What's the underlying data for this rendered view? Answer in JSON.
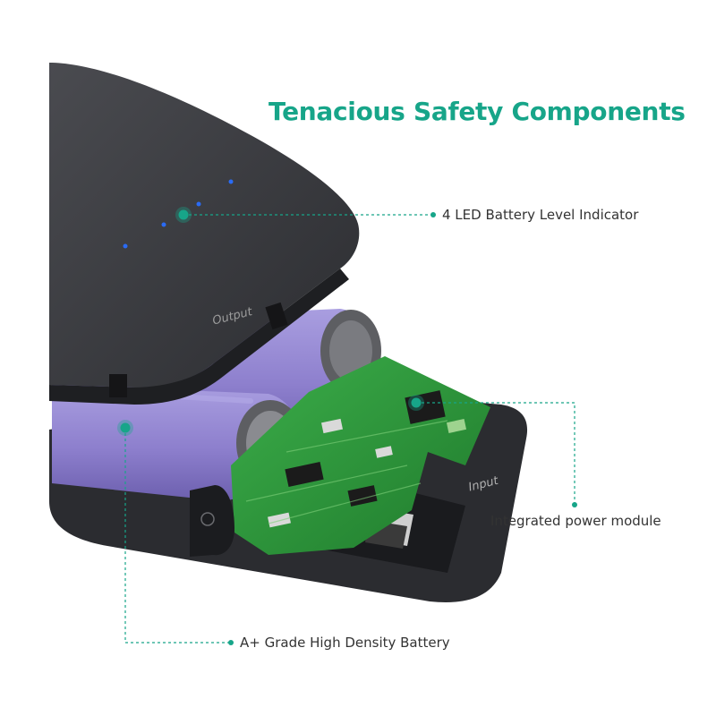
{
  "headline": "Tenacious Safety Components",
  "callouts": {
    "led": "4 LED Battery Level Indicator",
    "power_module": "Integrated power module",
    "battery": "A+ Grade High Density Battery"
  },
  "embossed": {
    "output": "Output",
    "input": "Input"
  },
  "colors": {
    "accent": "#17a589",
    "casing": "#36373b",
    "casing_dark": "#222326",
    "battery": "#9284cf",
    "pcb": "#2f9a3c",
    "led": "#2a6bf5"
  }
}
